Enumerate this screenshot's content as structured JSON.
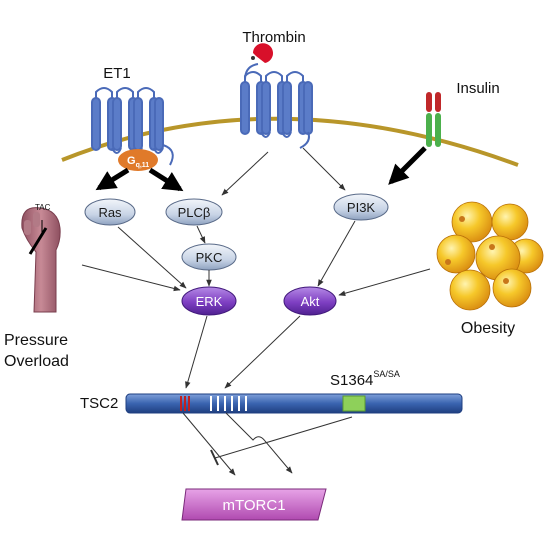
{
  "diagram": {
    "ligands": {
      "et1": "ET1",
      "thrombin": "Thrombin",
      "insulin": "Insulin"
    },
    "g_protein": {
      "main": "G",
      "sub": "q,11"
    },
    "stimuli": {
      "tac": "TAC",
      "pressure_line1": "Pressure",
      "pressure_line2": "Overload",
      "obesity": "Obesity"
    },
    "nodes": {
      "ras": "Ras",
      "plc": "PLCβ",
      "pi3k": "PI3K",
      "pkc": "PKC",
      "erk": "ERK",
      "akt": "Akt"
    },
    "tsc2": {
      "label": "TSC2",
      "mutation": "S1364",
      "mutation_sup": "SA/SA"
    },
    "target": "mTORC1",
    "colors": {
      "membrane": "#B8962A",
      "receptor": "#4A6AB8",
      "g_protein": "#E07A2A",
      "node_fill": "#C8D4E6",
      "kinase_fill": "#7E3FC2",
      "mtorc1_fill": "#C85FC8",
      "tsc2_fill": "#3A64B0",
      "mutation_box": "#8ED05A",
      "insulin_red": "#C0282A",
      "insulin_green": "#4CB04C",
      "thrombin_red": "#D8102A",
      "aorta": "#B07480",
      "adipocyte": "#F2B818"
    },
    "icons": [
      "aorta-icon",
      "adipocyte-icon",
      "thrombin-ligand-icon",
      "insulin-receptor-icon"
    ]
  }
}
